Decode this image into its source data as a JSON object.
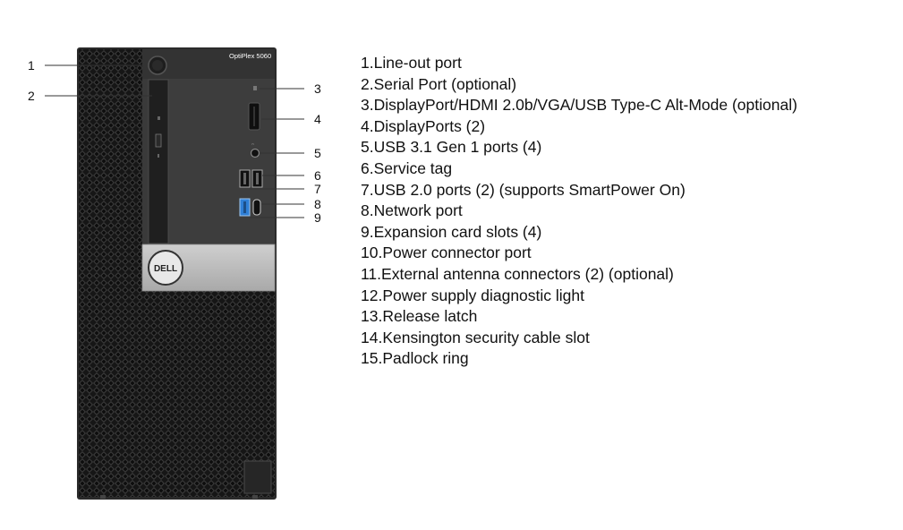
{
  "product_label": "OptiPlex 5060",
  "logo": "DELL",
  "callouts": [
    "1",
    "2",
    "3",
    "4",
    "5",
    "6",
    "7",
    "8",
    "9"
  ],
  "legend": [
    "1.Line-out port",
    "2.Serial Port (optional)",
    "3.DisplayPort/HDMI 2.0b/VGA/USB Type-C Alt-Mode (optional)",
    "4.DisplayPorts (2)",
    "5.USB 3.1 Gen 1 ports (4)",
    "6.Service tag",
    "7.USB 2.0 ports (2) (supports SmartPower On)",
    "8.Network port",
    "9.Expansion card slots (4)",
    "10.Power connector port",
    "11.External antenna connectors (2) (optional)",
    "12.Power supply diagnostic light",
    "13.Release latch",
    "14.Kensington security cable slot",
    "15.Padlock ring"
  ],
  "colors": {
    "chassis": "#2b2b2b",
    "mesh": "#161616",
    "bezel_panel": "#3a3a3a",
    "logo_band": "#b9b9b9",
    "usb3_blue": "#2f7fd6",
    "leader_line": "#333333"
  }
}
